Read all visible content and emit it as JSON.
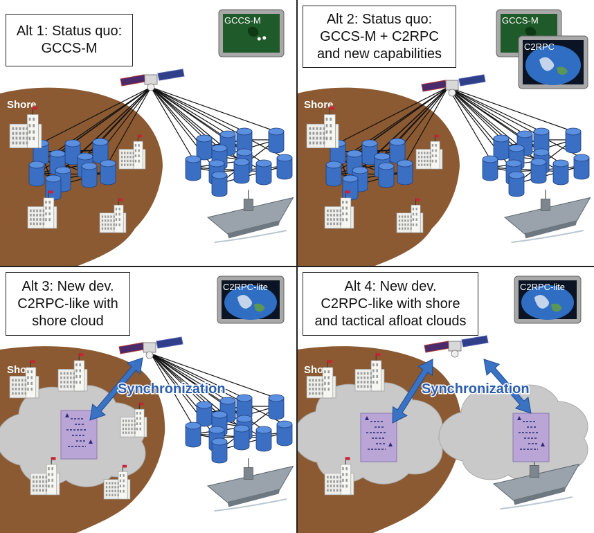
{
  "panels": [
    {
      "title_lines": [
        "Alt 1: Status quo:",
        "GCCS-M"
      ],
      "shore_label": "Shore",
      "screen_labels": [
        "GCCS-M"
      ]
    },
    {
      "title_lines": [
        "Alt 2: Status quo:",
        "GCCS-M + C2RPC",
        "and new capabilities"
      ],
      "shore_label": "Shore",
      "screen_labels": [
        "GCCS-M",
        "C2RPC"
      ]
    },
    {
      "title_lines": [
        "Alt 3: New dev.",
        "C2RPC-like with",
        "shore cloud"
      ],
      "shore_label": "Shore",
      "screen_labels": [
        "C2RPC-lite"
      ],
      "sync_label": "Synchronization"
    },
    {
      "title_lines": [
        "Alt 4: New dev.",
        "C2RPC-like with shore",
        "and tactical afloat clouds"
      ],
      "shore_label": "Shore",
      "screen_labels": [
        "C2RPC-lite"
      ],
      "sync_label": "Synchronization"
    }
  ],
  "colors": {
    "land": "#8b5a32",
    "database": "#3a6fc4",
    "cloud": "#c9c9c9",
    "app_box": "#b9a6d6",
    "sync_arrow": "#3a72c4"
  }
}
